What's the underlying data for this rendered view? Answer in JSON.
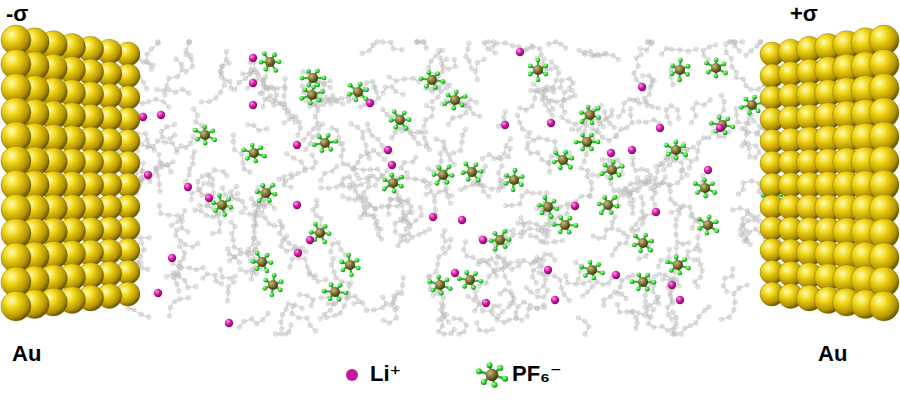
{
  "diagram": {
    "labels": [
      "-σ",
      "+σ",
      "Au",
      "Au"
    ],
    "legend": [
      {
        "text": "Li⁺",
        "color": "#c4169f"
      },
      {
        "text": "PF₆⁻"
      }
    ]
  }
}
